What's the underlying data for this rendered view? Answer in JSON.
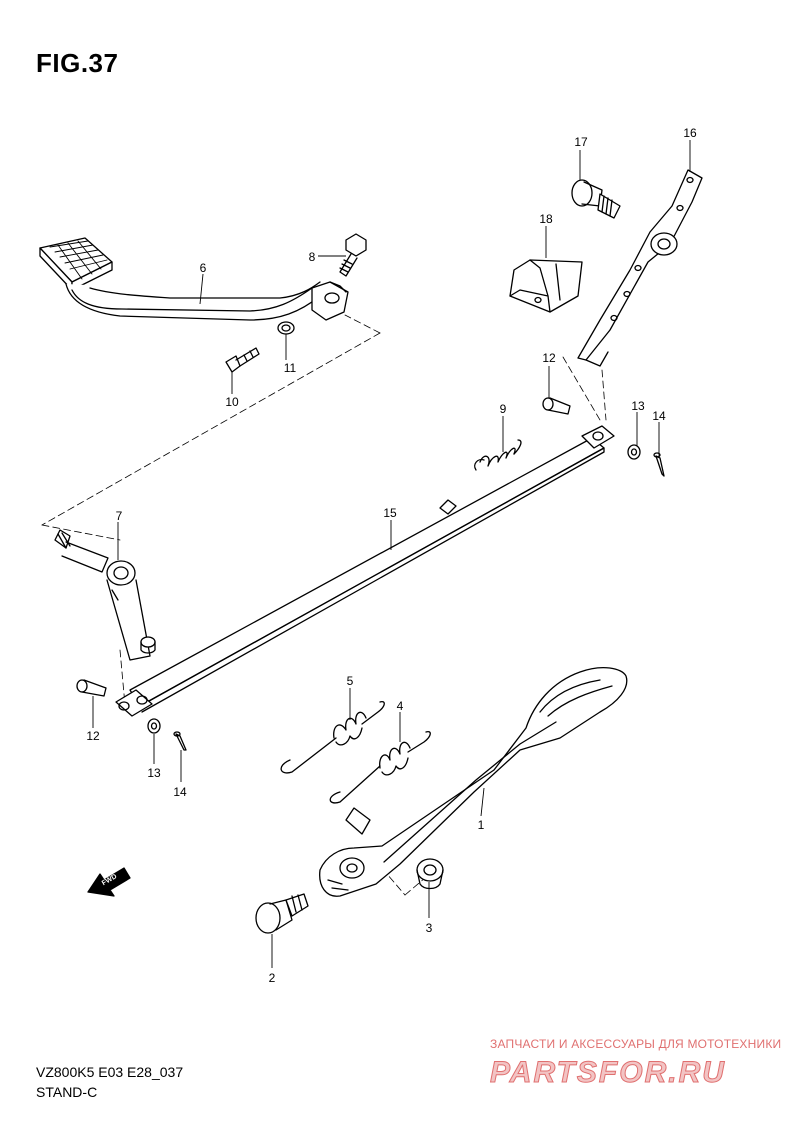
{
  "figure": {
    "title": "FIG.37",
    "code": "VZ800K5 E03 E28_037",
    "name": "STAND-C"
  },
  "watermark": {
    "top_text": "ЗАПЧАСТИ И АКСЕССУАРЫ ДЛЯ МОТОТЕХНИКИ",
    "logo_text": "PARTSFOR.RU",
    "color": "#e05555"
  },
  "fwd_label": "FWD",
  "callouts": {
    "c1": "1",
    "c2": "2",
    "c3": "3",
    "c4": "4",
    "c5": "5",
    "c6": "6",
    "c7": "7",
    "c8": "8",
    "c9": "9",
    "c10": "10",
    "c11": "11",
    "c12a": "12",
    "c12b": "12",
    "c13a": "13",
    "c13b": "13",
    "c14a": "14",
    "c14b": "14",
    "c15": "15",
    "c16": "16",
    "c17": "17",
    "c18": "18"
  }
}
